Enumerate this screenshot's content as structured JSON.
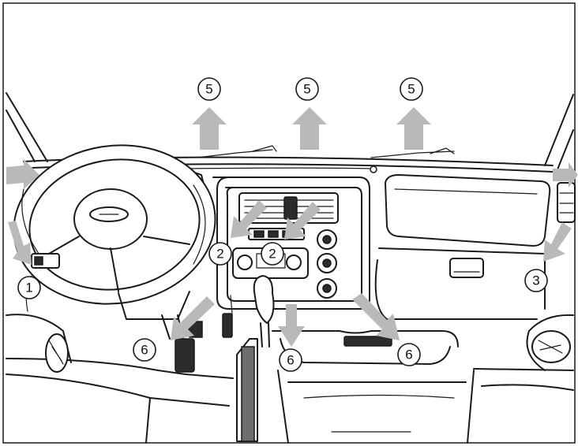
{
  "callouts": [
    {
      "label": "5"
    },
    {
      "label": "5"
    },
    {
      "label": "5"
    },
    {
      "label": "2"
    },
    {
      "label": "2"
    },
    {
      "label": "1"
    },
    {
      "label": "3"
    },
    {
      "label": "6"
    },
    {
      "label": "6"
    },
    {
      "label": "6"
    }
  ],
  "colors": {
    "line": "#1a1a1a",
    "arrow": "#b9b9b9",
    "background": "#ffffff"
  }
}
